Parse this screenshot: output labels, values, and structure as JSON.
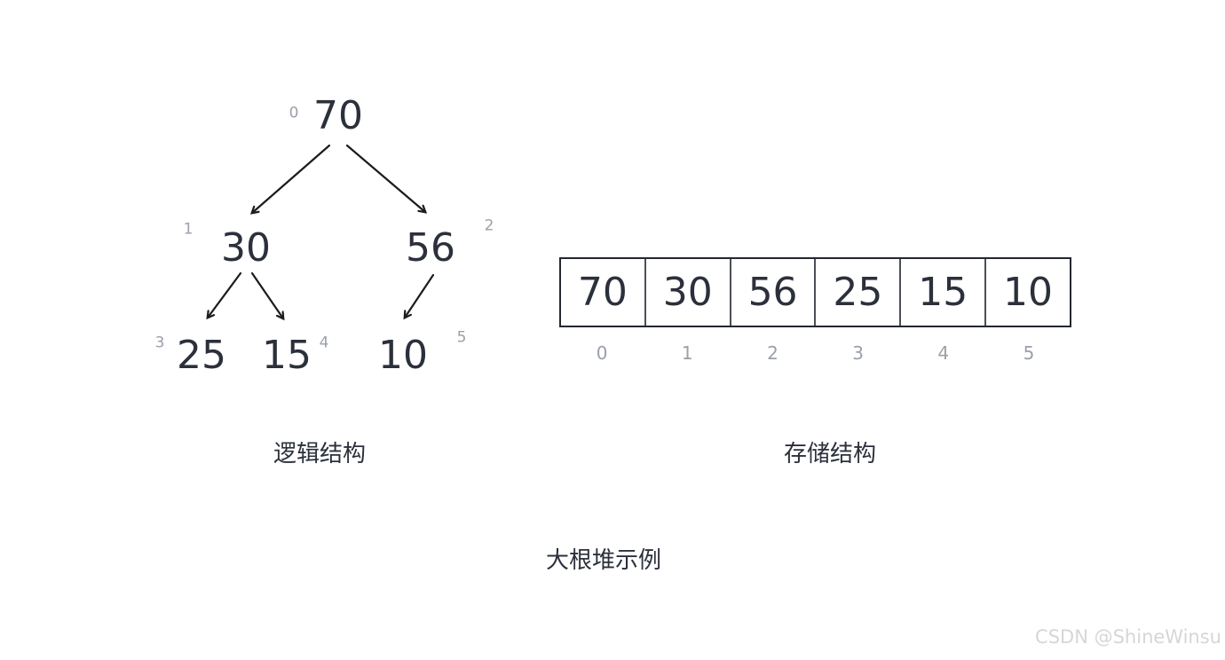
{
  "title": "大根堆示例",
  "tree": {
    "label": "逻辑结构",
    "nodes": [
      {
        "value": "70",
        "index": "0"
      },
      {
        "value": "30",
        "index": "1"
      },
      {
        "value": "56",
        "index": "2"
      },
      {
        "value": "25",
        "index": "3"
      },
      {
        "value": "15",
        "index": "4"
      },
      {
        "value": "10",
        "index": "5"
      }
    ],
    "edges": [
      {
        "from": "70",
        "to": "30"
      },
      {
        "from": "70",
        "to": "56"
      },
      {
        "from": "30",
        "to": "25"
      },
      {
        "from": "30",
        "to": "15"
      },
      {
        "from": "56",
        "to": "10"
      }
    ]
  },
  "array": {
    "label": "存储结构",
    "cells": [
      {
        "value": "70",
        "index": "0"
      },
      {
        "value": "30",
        "index": "1"
      },
      {
        "value": "56",
        "index": "2"
      },
      {
        "value": "25",
        "index": "3"
      },
      {
        "value": "15",
        "index": "4"
      },
      {
        "value": "10",
        "index": "5"
      }
    ]
  },
  "watermark": "CSDN @ShineWinsu",
  "colors": {
    "text": "#2b303b",
    "muted_index": "#9aa0aa",
    "arrow": "#1c1c1c",
    "array_border": "#23272f",
    "array_divider": "#4b4f58",
    "watermark": "#d6d6d6",
    "background": "#ffffff"
  }
}
